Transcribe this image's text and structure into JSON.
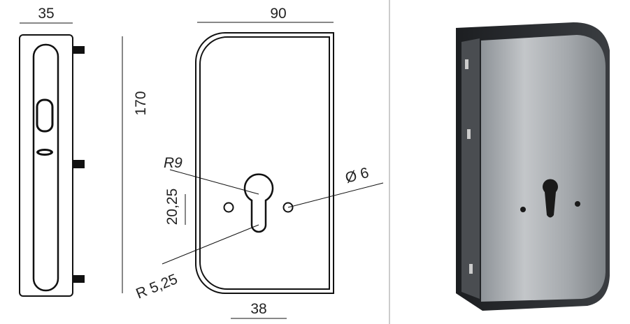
{
  "drawing": {
    "side_view": {
      "width_label": "35"
    },
    "front_view": {
      "width_label": "90",
      "height_label": "170",
      "bottom_width_label": "38",
      "keyhole_radius_label": "R9",
      "hole_diameter_label": "Ø 6",
      "slot_radius_label": "R 5,25",
      "keyhole_height_label": "20,25"
    }
  },
  "photo": {
    "subject": "lock-box-product"
  },
  "colors": {
    "line": "#111111",
    "divider": "#999999",
    "body": "#2b2d30",
    "face": "#a9adb1"
  }
}
